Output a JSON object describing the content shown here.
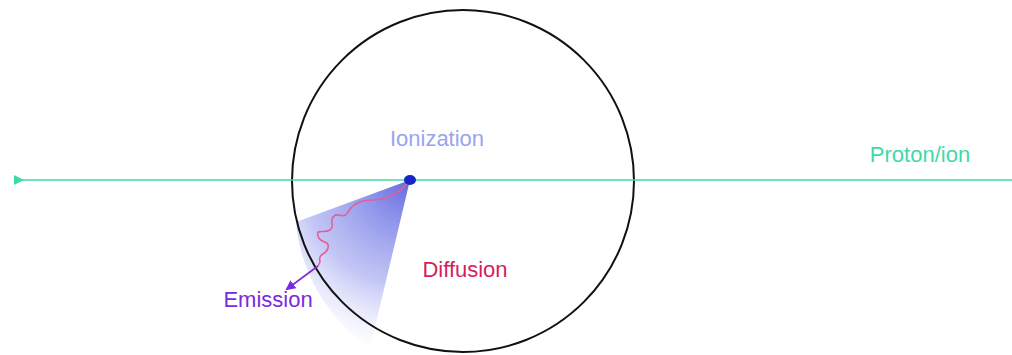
{
  "diagram": {
    "labels": [
      "Ionization",
      "Proton/ion",
      "Diffusion",
      "Emission"
    ]
  }
}
